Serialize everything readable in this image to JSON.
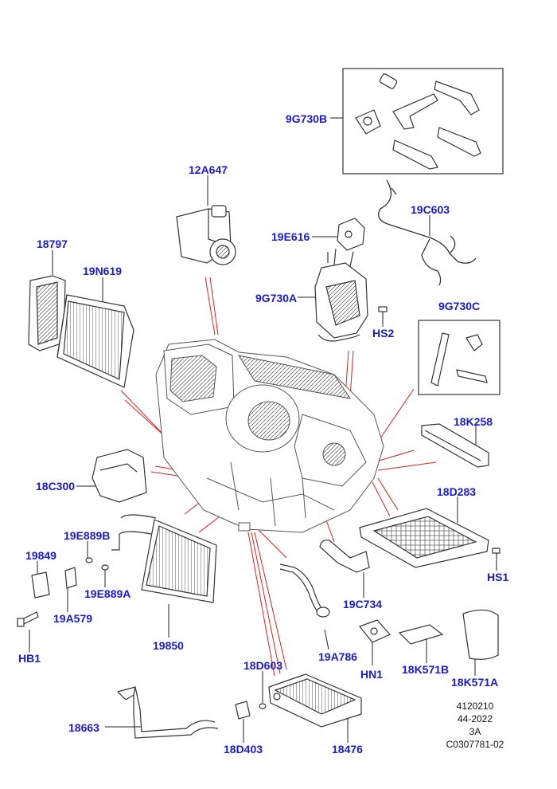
{
  "labels": {
    "p_9g730b": "9G730B",
    "p_12a647": "12A647",
    "p_19c603": "19C603",
    "p_19e616": "19E616",
    "p_18797": "18797",
    "p_19n619": "19N619",
    "p_9g730a": "9G730A",
    "p_hs2": "HS2",
    "p_9g730c": "9G730C",
    "p_18k258": "18K258",
    "p_18c300": "18C300",
    "p_18d283": "18D283",
    "p_19e889b": "19E889B",
    "p_19849": "19849",
    "p_19e889a": "19E889A",
    "p_19a579": "19A579",
    "p_hs1": "HS1",
    "p_19c734": "19C734",
    "p_hb1": "HB1",
    "p_19850": "19850",
    "p_19a786": "19A786",
    "p_hn1": "HN1",
    "p_18k571b": "18K571B",
    "p_18k571a": "18K571A",
    "p_18d603": "18D603",
    "p_18663": "18663",
    "p_18d403": "18D403",
    "p_18476": "18476"
  },
  "reference": {
    "line1": "4120210",
    "line2": "44-2022",
    "line3": "3A",
    "line4": "C0307781-02"
  },
  "colors": {
    "label": "#1a1ad6",
    "leader_line": "#e02020",
    "outline": "#333333"
  }
}
